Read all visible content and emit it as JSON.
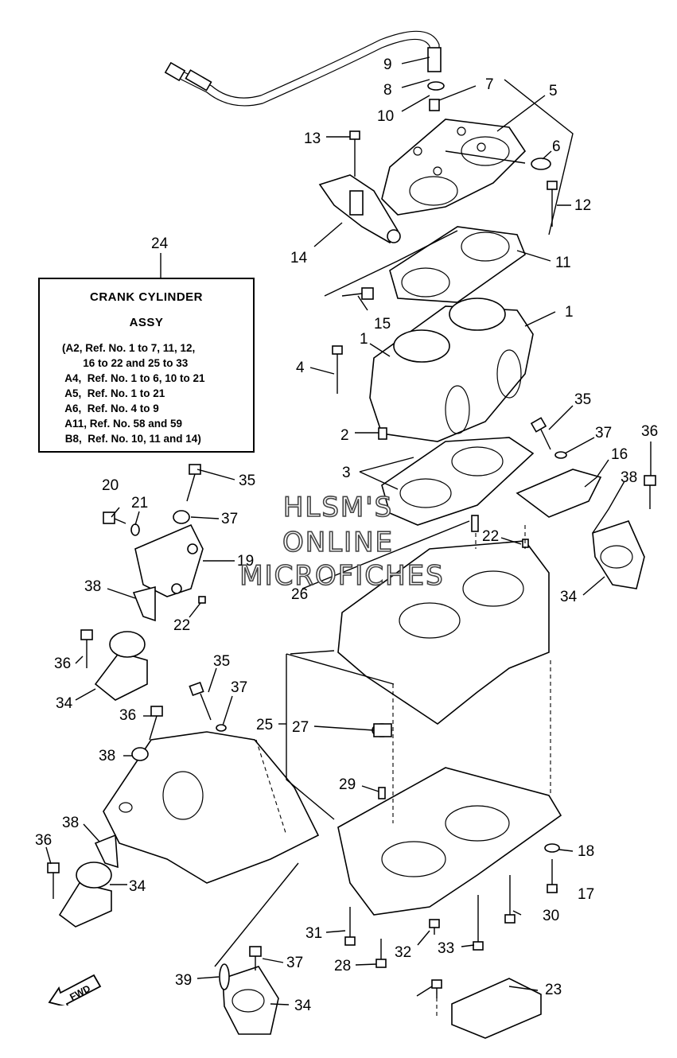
{
  "callouts": [
    "1",
    "1",
    "2",
    "3",
    "4",
    "5",
    "6",
    "7",
    "8",
    "9",
    "10",
    "11",
    "12",
    "13",
    "14",
    "15",
    "16",
    "17",
    "18",
    "19",
    "20",
    "21",
    "22",
    "22",
    "23",
    "24",
    "25",
    "26",
    "27",
    "28",
    "29",
    "30",
    "31",
    "32",
    "33",
    "34",
    "34",
    "34",
    "34",
    "35",
    "35",
    "35",
    "36",
    "36",
    "36",
    "36",
    "37",
    "37",
    "37",
    "37",
    "38",
    "38",
    "38",
    "38",
    "39"
  ],
  "assy_box": {
    "title1": "CRANK CYLINDER",
    "title2": "ASSY",
    "lines": [
      "(A2, Ref. No. 1 to 7, 11, 12,",
      "       16 to 22 and 25 to 33",
      " A4,  Ref. No. 1 to 6, 10 to 21",
      " A5,  Ref. No. 1 to 21",
      " A6,  Ref. No. 4 to 9",
      " A11, Ref. No. 58 and 59",
      " B8,  Ref. No. 10, 11 and 14)"
    ]
  },
  "watermark": {
    "line1": "HLSM'S",
    "line2": "ONLINE",
    "line3": "MICROFICHES"
  },
  "fwd_label": "FWD"
}
